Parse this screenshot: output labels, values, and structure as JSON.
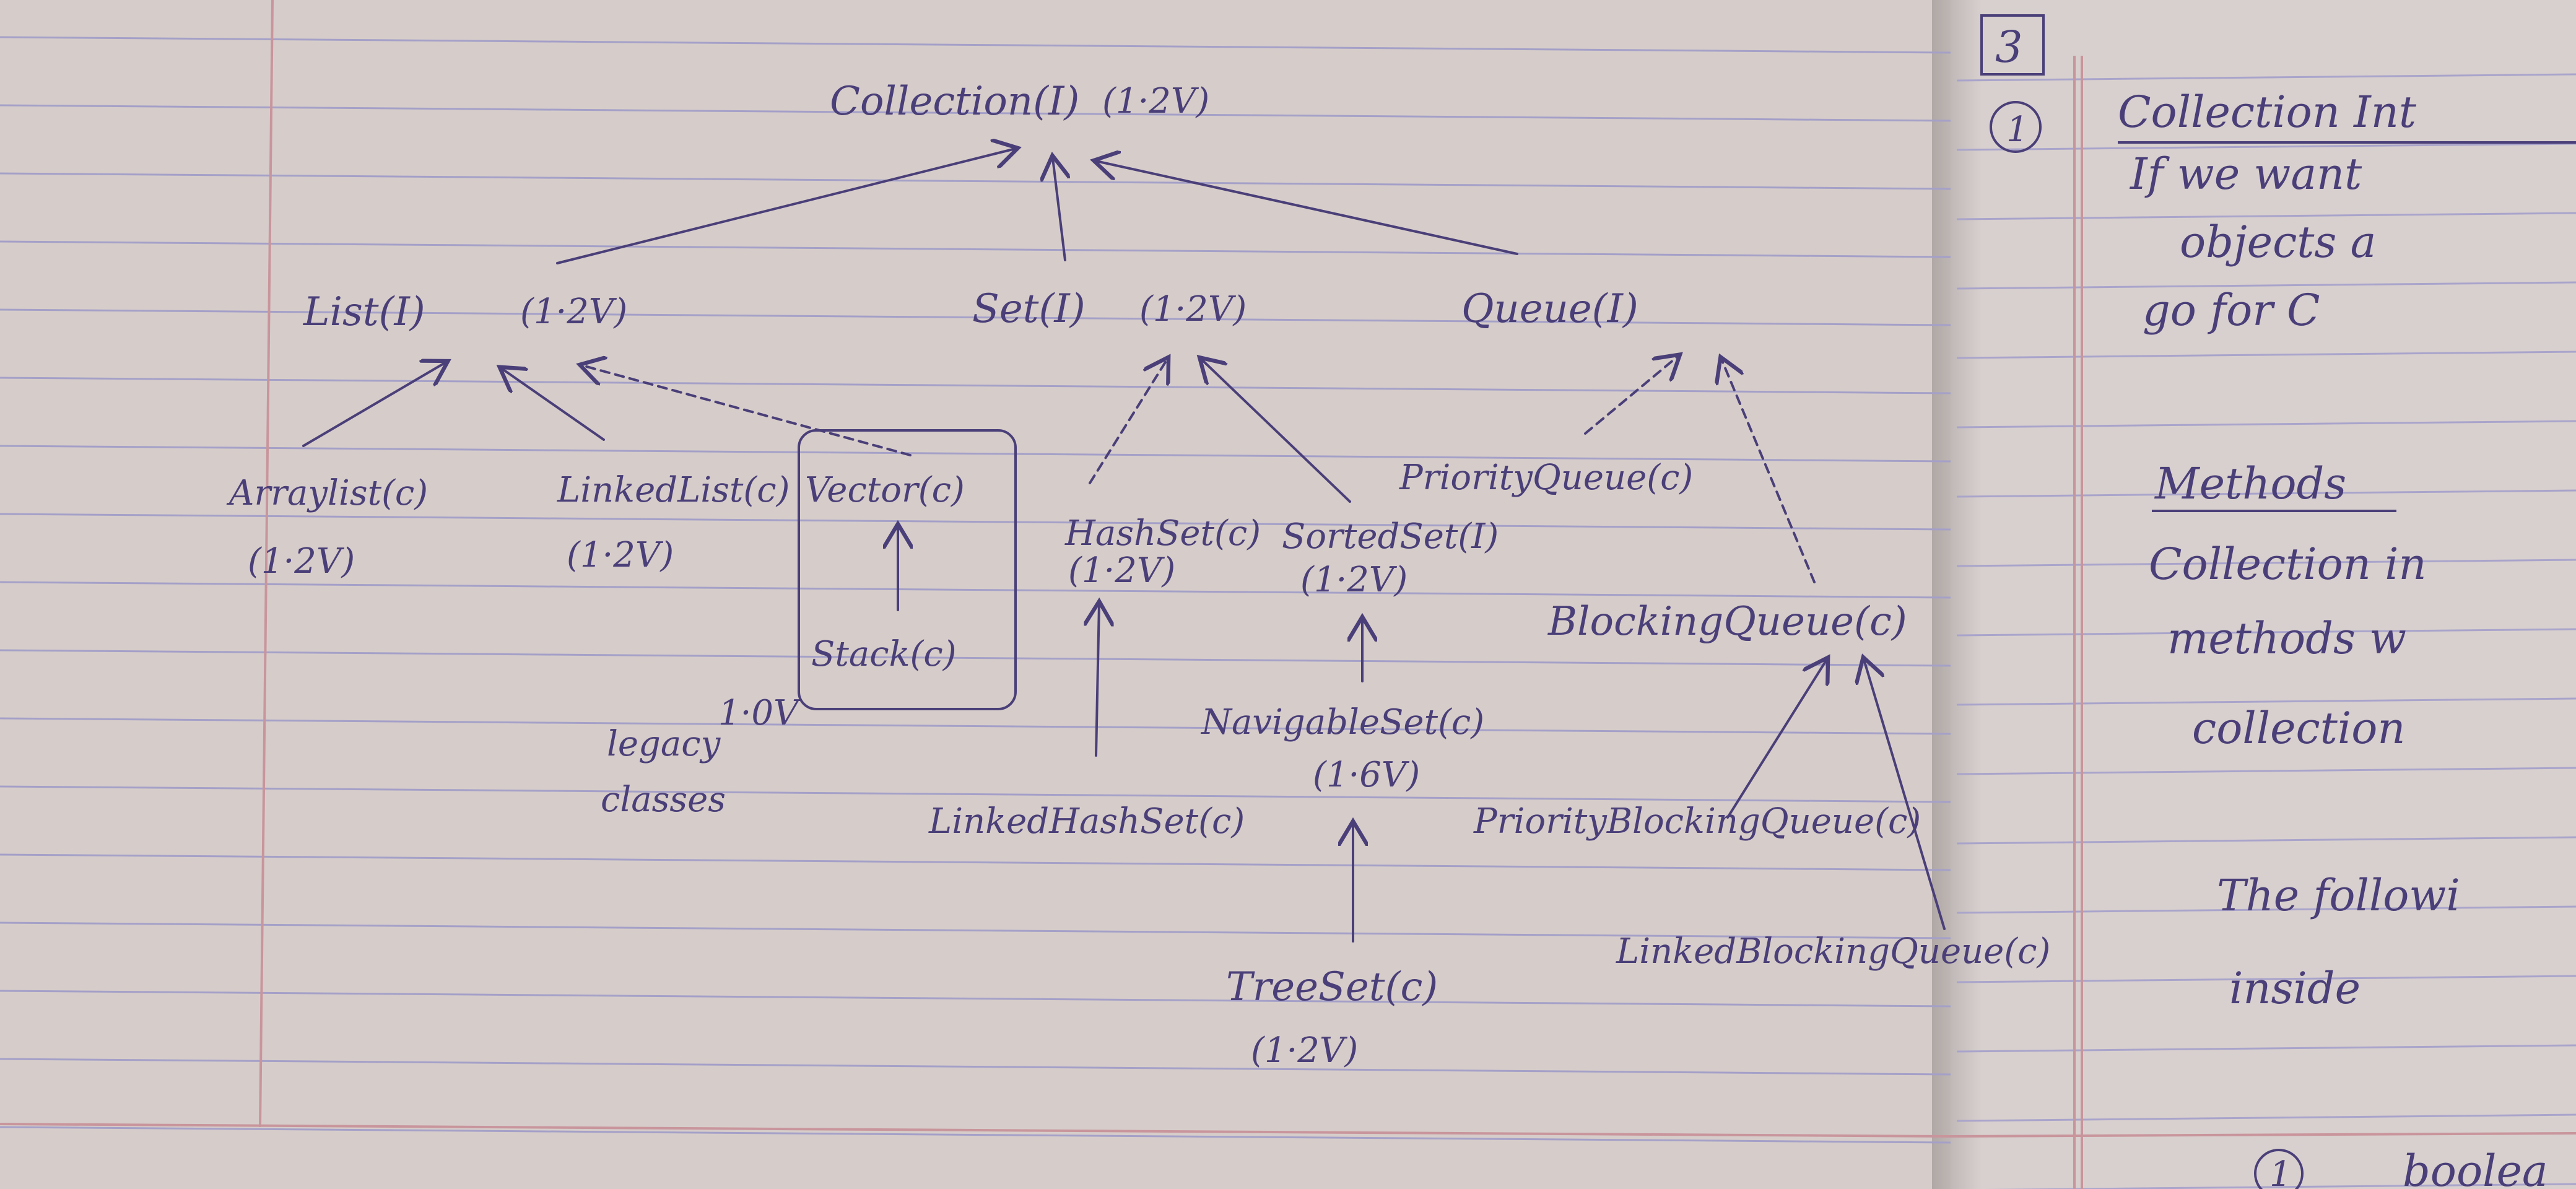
{
  "diagram": {
    "root": {
      "label": "Collection(I)",
      "version": "(1·2V)"
    },
    "interfaces": {
      "list": {
        "label": "List(I)",
        "version": "(1·2V)"
      },
      "set": {
        "label": "Set(I)",
        "version": "(1·2V)"
      },
      "queue": {
        "label": "Queue(I)"
      }
    },
    "list_impls": {
      "arraylist": {
        "label": "Arraylist(c)",
        "version": "(1·2V)"
      },
      "linkedlist": {
        "label": "LinkedList(c)",
        "version": "(1·2V)"
      },
      "vector": {
        "label": "Vector(c)"
      },
      "stack": {
        "label": "Stack(c)"
      }
    },
    "legacy": {
      "version": "1·0V",
      "line1": "legacy",
      "line2": "classes"
    },
    "set_impls": {
      "hashset": {
        "label": "HashSet(c)",
        "version": "(1·2V)"
      },
      "sortedset": {
        "label": "SortedSet(I)",
        "version": "(1·2V)"
      },
      "linkedhashset": {
        "label": "LinkedHashSet(c)"
      },
      "navigableset": {
        "label": "NavigableSet(c)",
        "version": "(1·6V)"
      },
      "treeset": {
        "label": "TreeSet(c)",
        "version": "(1·2V)"
      }
    },
    "queue_impls": {
      "priorityqueue": {
        "label": "PriorityQueue(c)"
      },
      "blockingqueue": {
        "label": "BlockingQueue(c)"
      },
      "priorityblockingqueue": {
        "label": "PriorityBlockingQueue(c)"
      },
      "linkedblockingqueue": {
        "label": "LinkedBlockingQueue(c)"
      }
    }
  },
  "right_page": {
    "page_number": "3",
    "item_number": "1",
    "heading": "Collection Int",
    "lines": [
      "If we want",
      "objects a",
      "go for C"
    ],
    "methods_heading": "Methods",
    "body": [
      "Collection in",
      "methods w",
      "collection"
    ],
    "following": [
      "The followi",
      "inside"
    ],
    "bottom_number": "1",
    "bottom_text": "boolea"
  },
  "colors": {
    "ink": "#4a3f78",
    "paper": "#d8d0cc",
    "rule": "#a4a0c8",
    "margin": "#c9959c"
  }
}
